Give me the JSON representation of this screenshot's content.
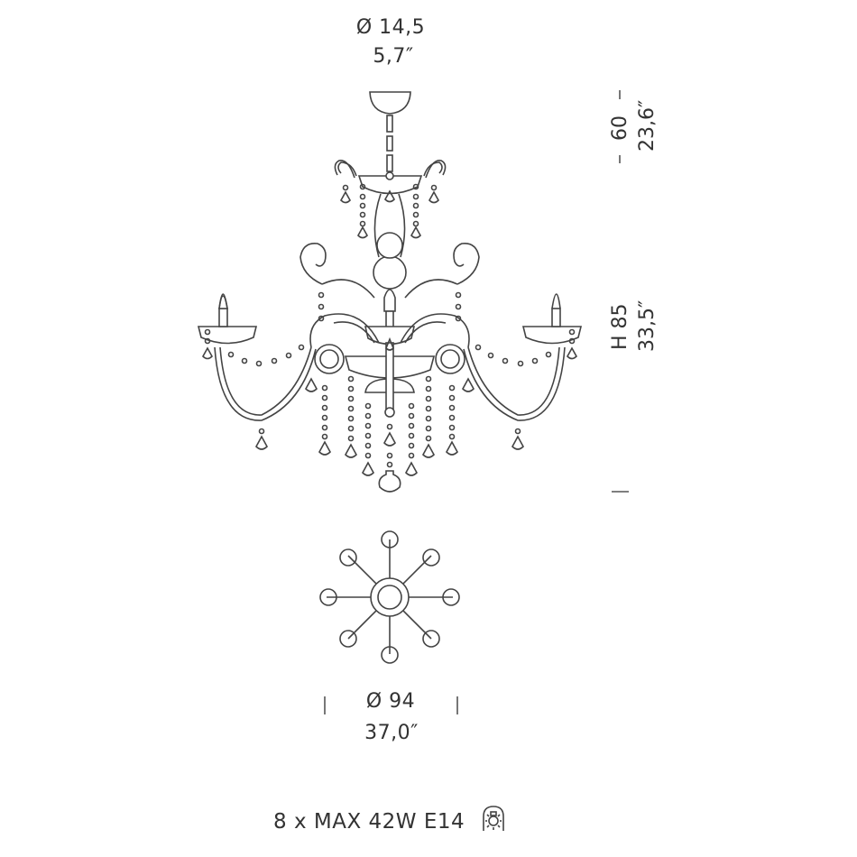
{
  "dimensions": {
    "canopy_diameter": {
      "metric": "Ø 14,5",
      "imperial": "5,7″"
    },
    "drop_length": {
      "metric": "60",
      "imperial": "23,6″"
    },
    "body_height": {
      "metric": "H 85",
      "imperial": "33,5″"
    },
    "total_diameter": {
      "metric": "Ø 94",
      "imperial": "37,0″"
    }
  },
  "lamp_spec": {
    "text": "8 x MAX 42W E14",
    "icon": "bulb-indoor-icon"
  },
  "views": {
    "front": "chandelier-front-elevation",
    "top": "chandelier-top-plan"
  },
  "colors": {
    "line": "#444444",
    "text": "#333333",
    "background": "#ffffff"
  }
}
